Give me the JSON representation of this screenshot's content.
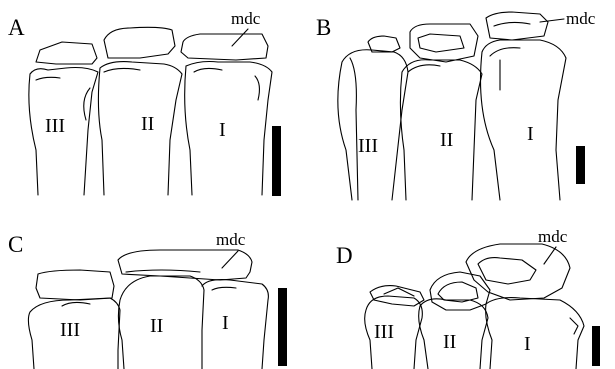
{
  "colors": {
    "ink": "#000000",
    "background": "#ffffff"
  },
  "labels": {
    "mdc": "mdc"
  },
  "panels": [
    {
      "letter": "A",
      "bones": {
        "first": "I",
        "second": "II",
        "third": "III"
      }
    },
    {
      "letter": "B",
      "bones": {
        "first": "I",
        "second": "II",
        "third": "III"
      }
    },
    {
      "letter": "C",
      "bones": {
        "first": "I",
        "second": "II",
        "third": "III"
      }
    },
    {
      "letter": "D",
      "bones": {
        "first": "I",
        "second": "II",
        "third": "III"
      }
    }
  ]
}
